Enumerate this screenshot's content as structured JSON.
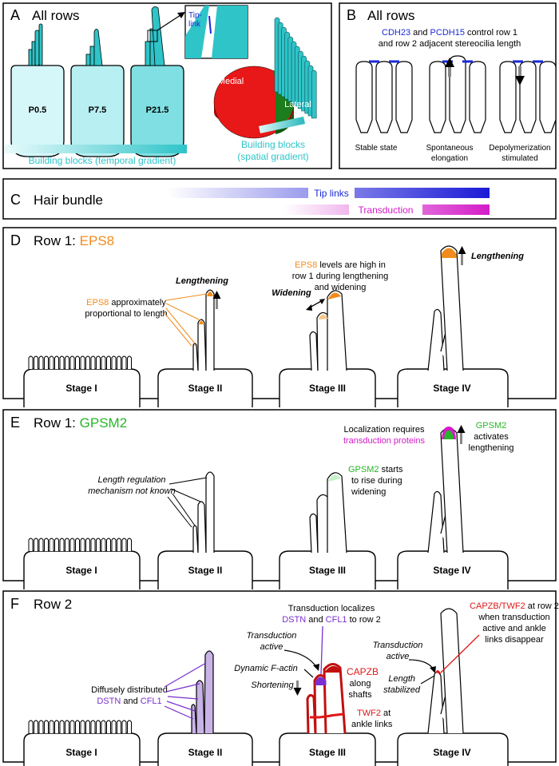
{
  "colors": {
    "cyan": "#2ec4c8",
    "pale_cyan": "#d6f7f9",
    "blue": "#1a2ad6",
    "magenta": "#d41cc8",
    "orange": "#f08c1e",
    "green": "#27b527",
    "red": "#e01818",
    "purple": "#7b2fd0",
    "lavender": "#c9b3e6",
    "pie_red": "#e81818",
    "pie_green": "#1b7d1b"
  },
  "panelA": {
    "letter": "A",
    "title": "All rows",
    "ages": [
      "P0.5",
      "P7.5",
      "P21.5"
    ],
    "tip_link": [
      "Tip-",
      "link"
    ],
    "medial": "Medial",
    "lateral": "Lateral",
    "temporal": "Building blocks (temporal gradient)",
    "spatial": [
      "Building blocks",
      "(spatial gradient)"
    ]
  },
  "panelB": {
    "letter": "B",
    "title": "All rows",
    "line1_a": "CDH23",
    "line1_b": " and ",
    "line1_c": "PCDH15",
    "line1_d": " control row 1",
    "line2": "and row 2 adjacent stereocilia length",
    "states": [
      [
        "Stable state"
      ],
      [
        "Spontaneous",
        "elongation"
      ],
      [
        "Depolymerization",
        "stimulated"
      ]
    ]
  },
  "panelC": {
    "letter": "C",
    "title": "Hair bundle",
    "tip_links": "Tip links",
    "transduction": "Transduction"
  },
  "panelD": {
    "letter": "D",
    "title_a": "Row 1: ",
    "title_b": "EPS8",
    "stages": [
      "Stage I",
      "Stage II",
      "Stage III",
      "Stage IV"
    ],
    "prop_a": "EPS8",
    "prop_b": " approximately",
    "prop_c": "proportional to length",
    "lengthening": "Lengthening",
    "widening": "Widening",
    "high_a": "EPS8",
    "high_b": " levels are high in",
    "high_c": "row 1 during lengthening",
    "high_d": "and widening",
    "lengthening4": "Lengthening"
  },
  "panelE": {
    "letter": "E",
    "title_a": "Row 1: ",
    "title_b": "GPSM2",
    "stages": [
      "Stage I",
      "Stage II",
      "Stage III",
      "Stage IV"
    ],
    "mech": [
      "Length regulation",
      "mechanism not known"
    ],
    "starts_a": "GPSM2",
    "starts_b": " starts",
    "starts_c": "to rise during",
    "starts_d": "widening",
    "loc_a": "Localization requires",
    "loc_b": "transduction proteins",
    "act_a": "GPSM2",
    "act_b": "activates",
    "act_c": "lengthening"
  },
  "panelF": {
    "letter": "F",
    "title": "Row 2",
    "stages": [
      "Stage I",
      "Stage II",
      "Stage III",
      "Stage IV"
    ],
    "diff_a": "Diffusely distributed",
    "diff_b": "DSTN",
    "diff_c": " and ",
    "diff_d": "CFL1",
    "tl_a": "Transduction localizes",
    "tl_b": "DSTN",
    "tl_c": " and ",
    "tl_d": "CFL1",
    "tl_e": " to row 2",
    "ta": [
      "Transduction",
      "active"
    ],
    "dyn": "Dynamic F-actin",
    "short": "Shortening",
    "capzb": "CAPZB",
    "along": [
      "along",
      "shafts"
    ],
    "twf2": "TWF2",
    "twf2_b": " at",
    "ankle": "ankle links",
    "capz_twf": "CAPZB/TWF2",
    "capz_twf_b": " at row 2",
    "when": [
      "when transduction",
      "active and ankle",
      "links disappear"
    ],
    "ta4": [
      "Transduction",
      "active"
    ],
    "ls": [
      "Length",
      "stabilized"
    ]
  }
}
